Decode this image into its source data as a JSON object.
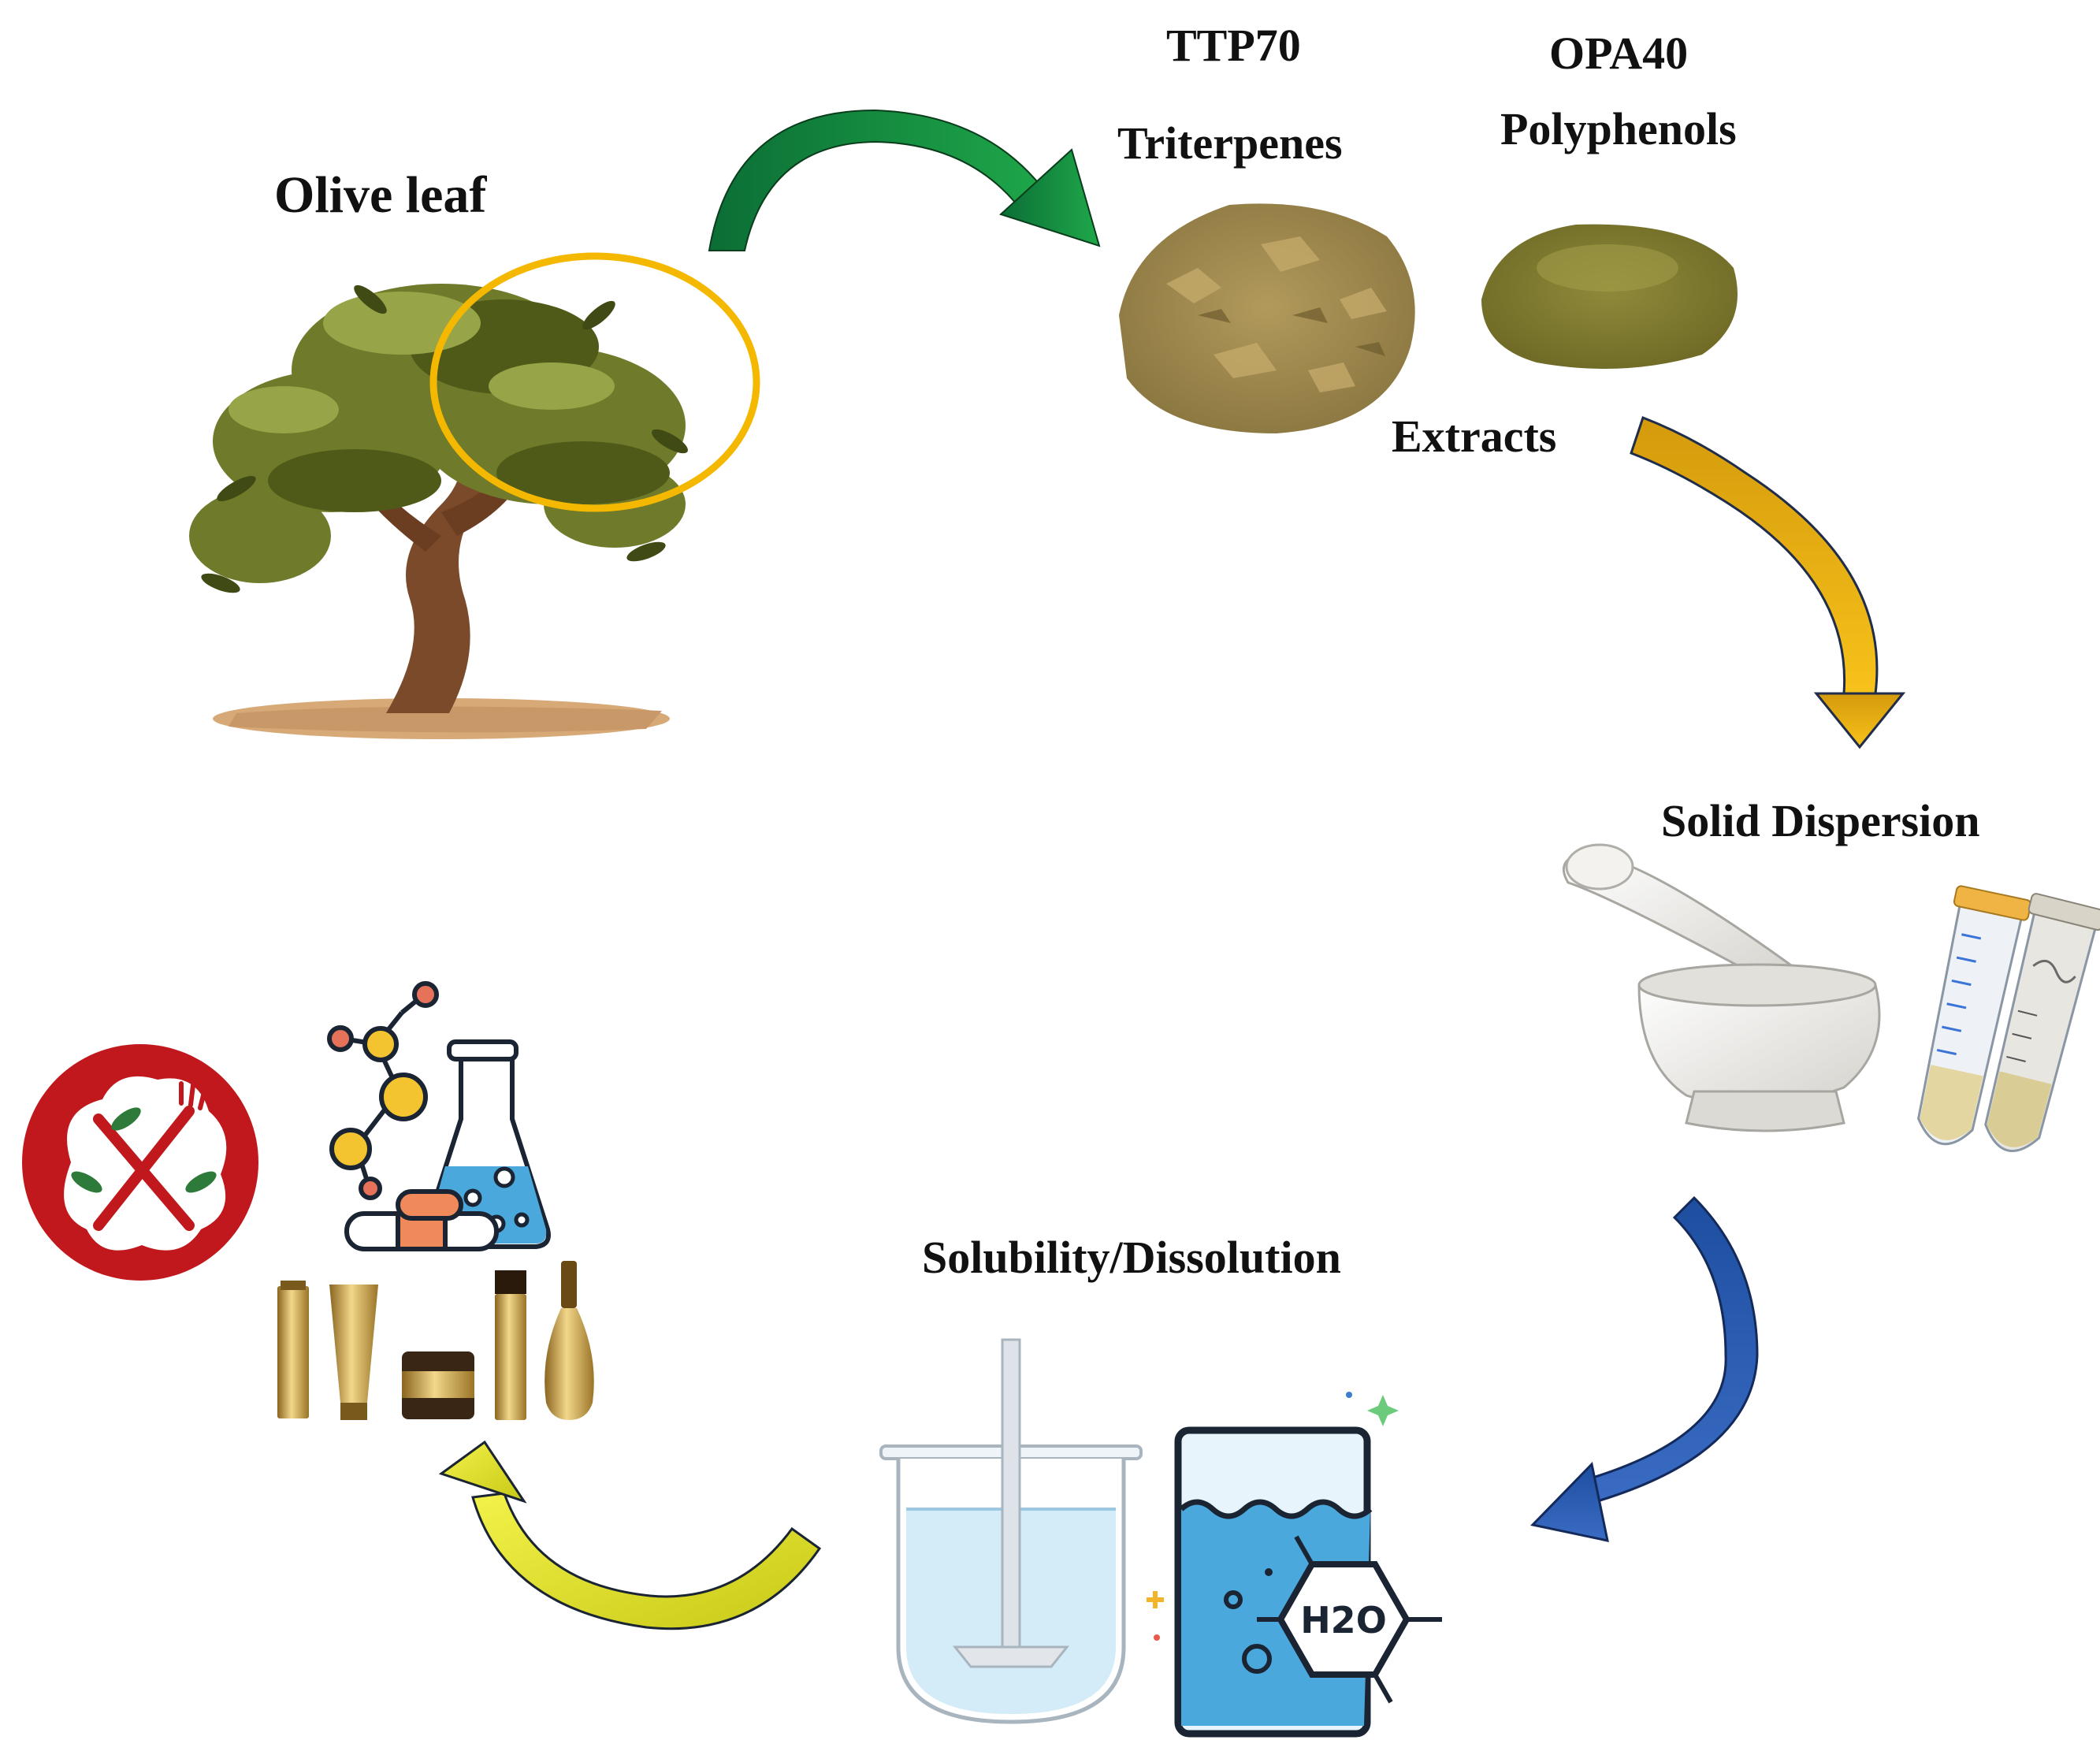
{
  "labels": {
    "olive_leaf": "Olive leaf",
    "ttp70": "TTP70",
    "triterpenes": "Triterpenes",
    "opa40": "OPA40",
    "polyphenols": "Polyphenols",
    "extracts": "Extracts",
    "solid_dispersion": "Solid Dispersion",
    "solubility_dissolution": "Solubility/Dissolution",
    "h2o_symbol": "H2O"
  },
  "icons": [
    "olive-tree-icon",
    "highlight-circle",
    "powder-icon",
    "mortar-pestle-icon",
    "centrifuge-tube-icon",
    "stirred-vessel-icon",
    "water-beaker-icon",
    "no-food-icon",
    "molecule-icon",
    "flask-icon",
    "capsule-icon",
    "cosmetics-icon"
  ],
  "colors": {
    "arrow_green": "#0f8a3c",
    "arrow_gold": "#f0b010",
    "arrow_blue": "#2a56a8",
    "arrow_yellow": "#e8e81a",
    "highlight_circle": "#f5b800",
    "no_food_red": "#c0181c",
    "water_blue": "#4aa8dc"
  }
}
